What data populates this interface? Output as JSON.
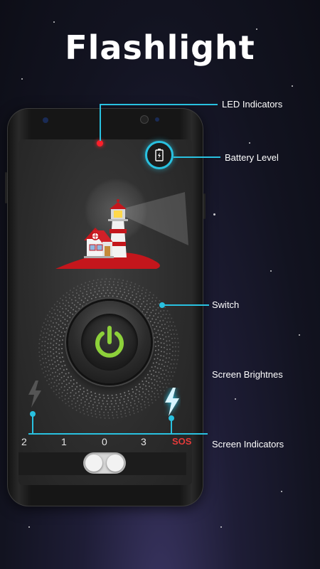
{
  "title": "Flashlight",
  "callouts": {
    "led": "LED Indicators",
    "battery": "Battery Level",
    "switch": "Switch",
    "brightness": "Screen Brightnes",
    "indicators": "Screen Indicators"
  },
  "indicator_levels": [
    "2",
    "1",
    "0",
    "3",
    "SOS"
  ],
  "icons": {
    "battery": "battery-icon",
    "power": "power-icon",
    "lightning_left": "lightning-icon",
    "lightning_right": "lightning-icon"
  },
  "colors": {
    "accent": "#29c1e0",
    "power_green": "#8dd13a",
    "led_red": "#ff1f2a",
    "sos_red": "#e53a3a",
    "ground_red": "#c4161c"
  },
  "toggle_state": "off"
}
